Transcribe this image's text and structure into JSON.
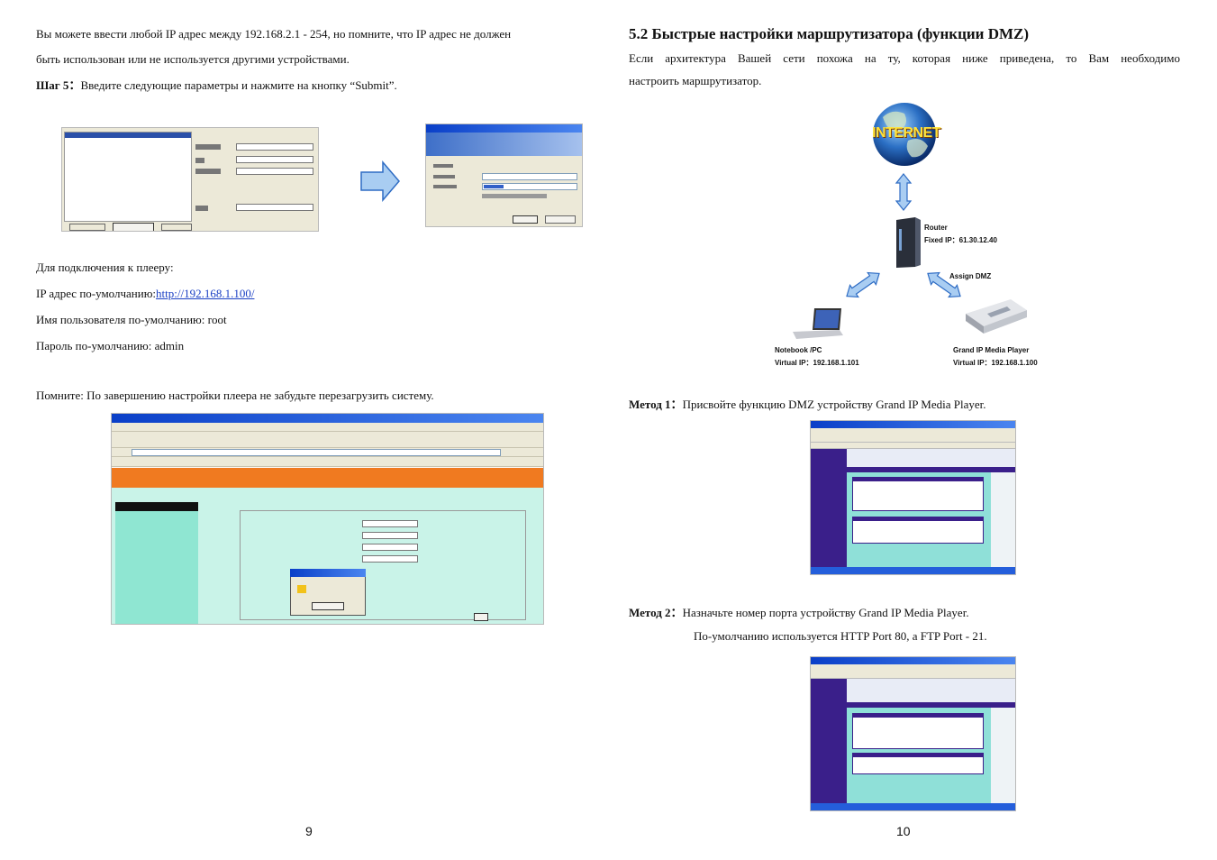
{
  "left_page": {
    "para1_line1": "Вы можете ввести любой IP адрес между 192.168.2.1 - 254, но помните, что IP адрес не должен",
    "para1_line2": "быть использован или не используется другими устройствами.",
    "step5_label": "Шаг 5",
    "step5_text": "Введите следующие параметры и нажмите на кнопку “Submit”.",
    "connect_intro": "Для подключения к плееру:",
    "default_ip_label": "IP адрес по-умолчанию:",
    "default_ip_link": "http://192.168.1.100/",
    "default_user": "Имя пользователя по-умолчанию: root",
    "default_password": "Пароль по-умолчанию: admin",
    "reminder": "Помните: По завершению настройки плеера не забудьте перезагрузить систему.",
    "page_number": "9"
  },
  "right_page": {
    "section_title": "5.2 Быстрые настройки маршрутизатора (функции DMZ)",
    "intro_line1": "Если архитектура Вашей сети похожа на ту, которая ниже приведена, то Вам необходимо",
    "intro_line2": "настроить маршрутизатор.",
    "method1_label": "Метод 1",
    "method1_text": "Присвойте функцию DMZ устройству Grand IP Media Player.",
    "method2_label": "Метод 2",
    "method2_text": "Назначьте номер порта устройству Grand IP Media Player.",
    "method2_default": "По-умолчанию используется HTTP Port 80, а FTP Port - 21.",
    "page_number": "10"
  },
  "diagram": {
    "internet_label": "INTERNET",
    "router_label": "Router",
    "router_ip": "Fixed IP：61.30.12.40",
    "assign_dmz": "Assign DMZ",
    "notebook_label": "Notebook /PC",
    "notebook_ip": "Virtual IP：192.168.1.101",
    "player_label": "Grand IP Media Player",
    "player_ip": "Virtual IP：192.168.1.100"
  },
  "colors": {
    "link": "#1a3fc4",
    "arrow_fill": "#a9cdf2",
    "arrow_stroke": "#2e6cc4",
    "router_purple": "#3a1f8a",
    "router_teal": "#8fe0d8",
    "web_orange": "#f07a20",
    "web_mint": "#c9f3e8"
  }
}
